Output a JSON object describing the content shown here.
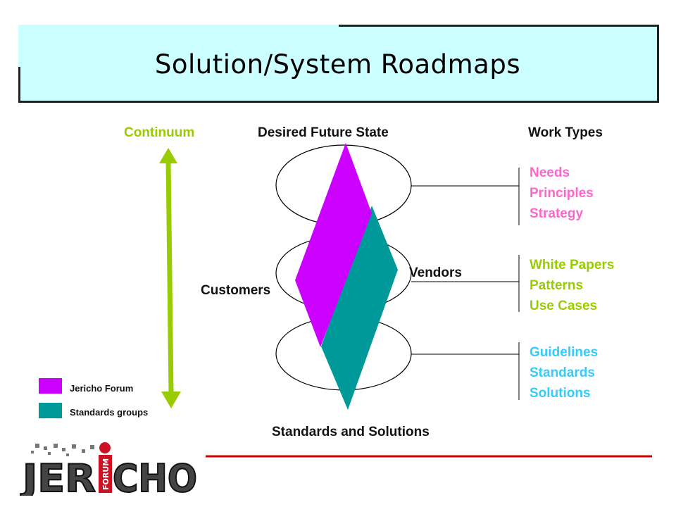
{
  "title": "Solution/System Roadmaps",
  "headings": {
    "continuum": "Continuum",
    "desired_future_state": "Desired Future State",
    "work_types": "Work Types",
    "standards_and_solutions": "Standards and Solutions"
  },
  "labels": {
    "customers": "Customers",
    "vendors": "Vendors"
  },
  "work_types": [
    {
      "items": [
        "Needs",
        "Principles",
        "Strategy"
      ],
      "color": "#ff66cc"
    },
    {
      "items": [
        "White Papers",
        "Patterns",
        "Use Cases"
      ],
      "color": "#99cc00"
    },
    {
      "items": [
        "Guidelines",
        "Standards",
        "Solutions"
      ],
      "color": "#33ccff"
    }
  ],
  "legend": [
    {
      "label": "Jericho Forum",
      "color": "#cc00ff"
    },
    {
      "label": "Standards groups",
      "color": "#009999"
    }
  ],
  "logo": {
    "text": "JERICHO",
    "sub": "FORUM"
  },
  "colors": {
    "title_bg": "#ccffff",
    "arrow": "#99cc00",
    "jericho_forum": "#cc00ff",
    "standards_groups": "#009999",
    "footer_line": "#cc0000"
  }
}
